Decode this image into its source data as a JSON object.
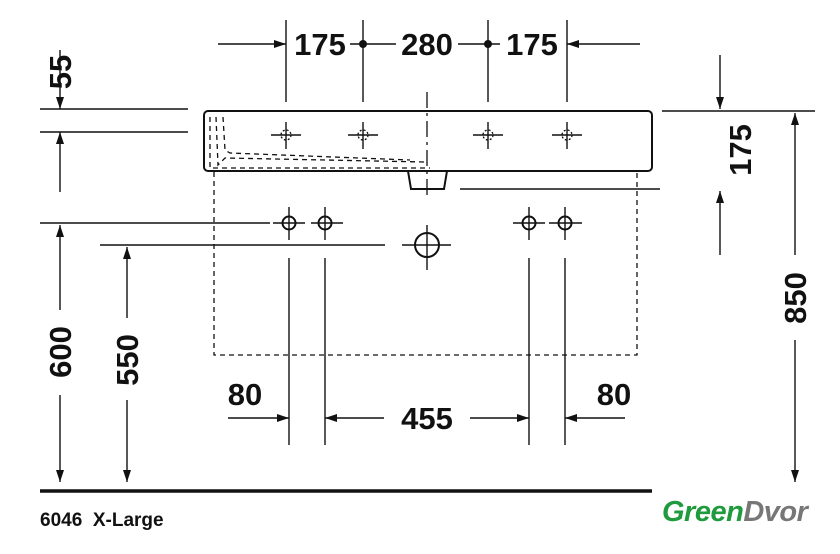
{
  "dimensions": {
    "top_left_175": "175",
    "top_center_280": "280",
    "top_right_175": "175",
    "left_55": "55",
    "left_600": "600",
    "left_550": "550",
    "right_175": "175",
    "right_850": "850",
    "bottom_left_80": "80",
    "bottom_center_455": "455",
    "bottom_right_80": "80"
  },
  "footer": {
    "model": "6046",
    "size": "X-Large"
  },
  "logo": {
    "part1": "Green",
    "part2": "Dvor"
  },
  "colors": {
    "logo_green": "#1f9a3c",
    "logo_gray": "#777777"
  }
}
